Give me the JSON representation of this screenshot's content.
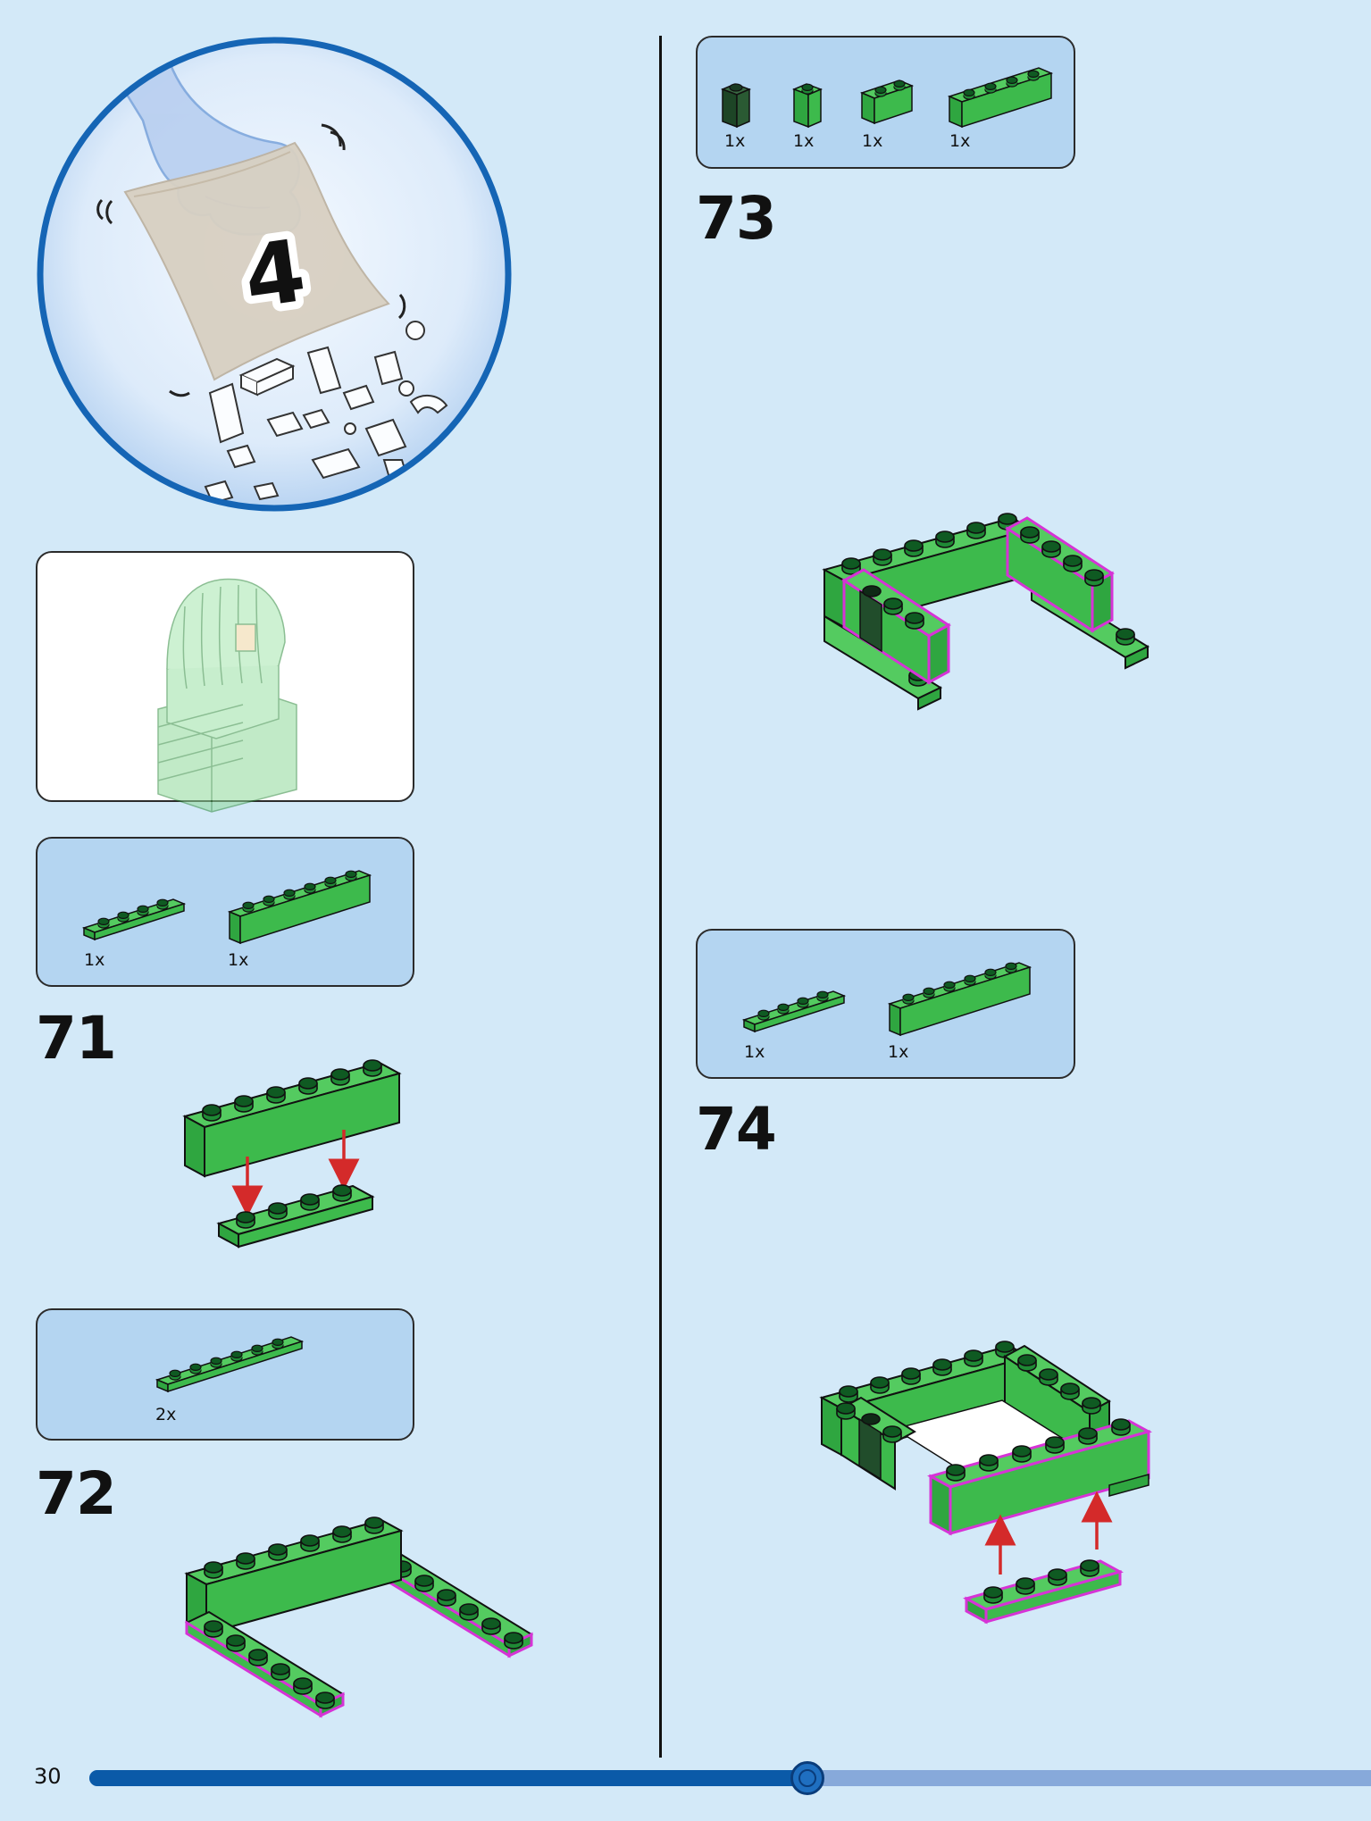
{
  "bag": {
    "number": "4"
  },
  "steps": [
    {
      "id": "71",
      "number": "71",
      "parts": [
        {
          "qty": "1x",
          "part": "plate-1x4-green"
        },
        {
          "qty": "1x",
          "part": "brick-1x6-green"
        }
      ]
    },
    {
      "id": "72",
      "number": "72",
      "parts": [
        {
          "qty": "2x",
          "part": "plate-1x6-green"
        }
      ]
    },
    {
      "id": "73",
      "number": "73",
      "parts": [
        {
          "qty": "1x",
          "part": "brick-1x1-dark-green"
        },
        {
          "qty": "1x",
          "part": "brick-1x1-green"
        },
        {
          "qty": "1x",
          "part": "brick-1x2-green"
        },
        {
          "qty": "1x",
          "part": "brick-1x4-green"
        }
      ]
    },
    {
      "id": "74",
      "number": "74",
      "parts": [
        {
          "qty": "1x",
          "part": "plate-1x4-green"
        },
        {
          "qty": "1x",
          "part": "brick-1x6-green"
        }
      ]
    }
  ],
  "footer": {
    "page_number": "30",
    "progress": 0.56
  },
  "colors": {
    "page_background": "#d3e9f8",
    "parts_box": "#b4d5f1",
    "brick_green": "#3fbd4e",
    "brick_dark_green": "#214d2b",
    "highlight": "#d633d6",
    "arrow": "#d42a2a",
    "progress_fill": "#0b5aa8",
    "progress_track": "#87a9da",
    "bubble_border": "#1565b5"
  },
  "icons": [
    "hand-icon",
    "bag-icon",
    "brick-pile-icon",
    "finished-model-preview"
  ]
}
